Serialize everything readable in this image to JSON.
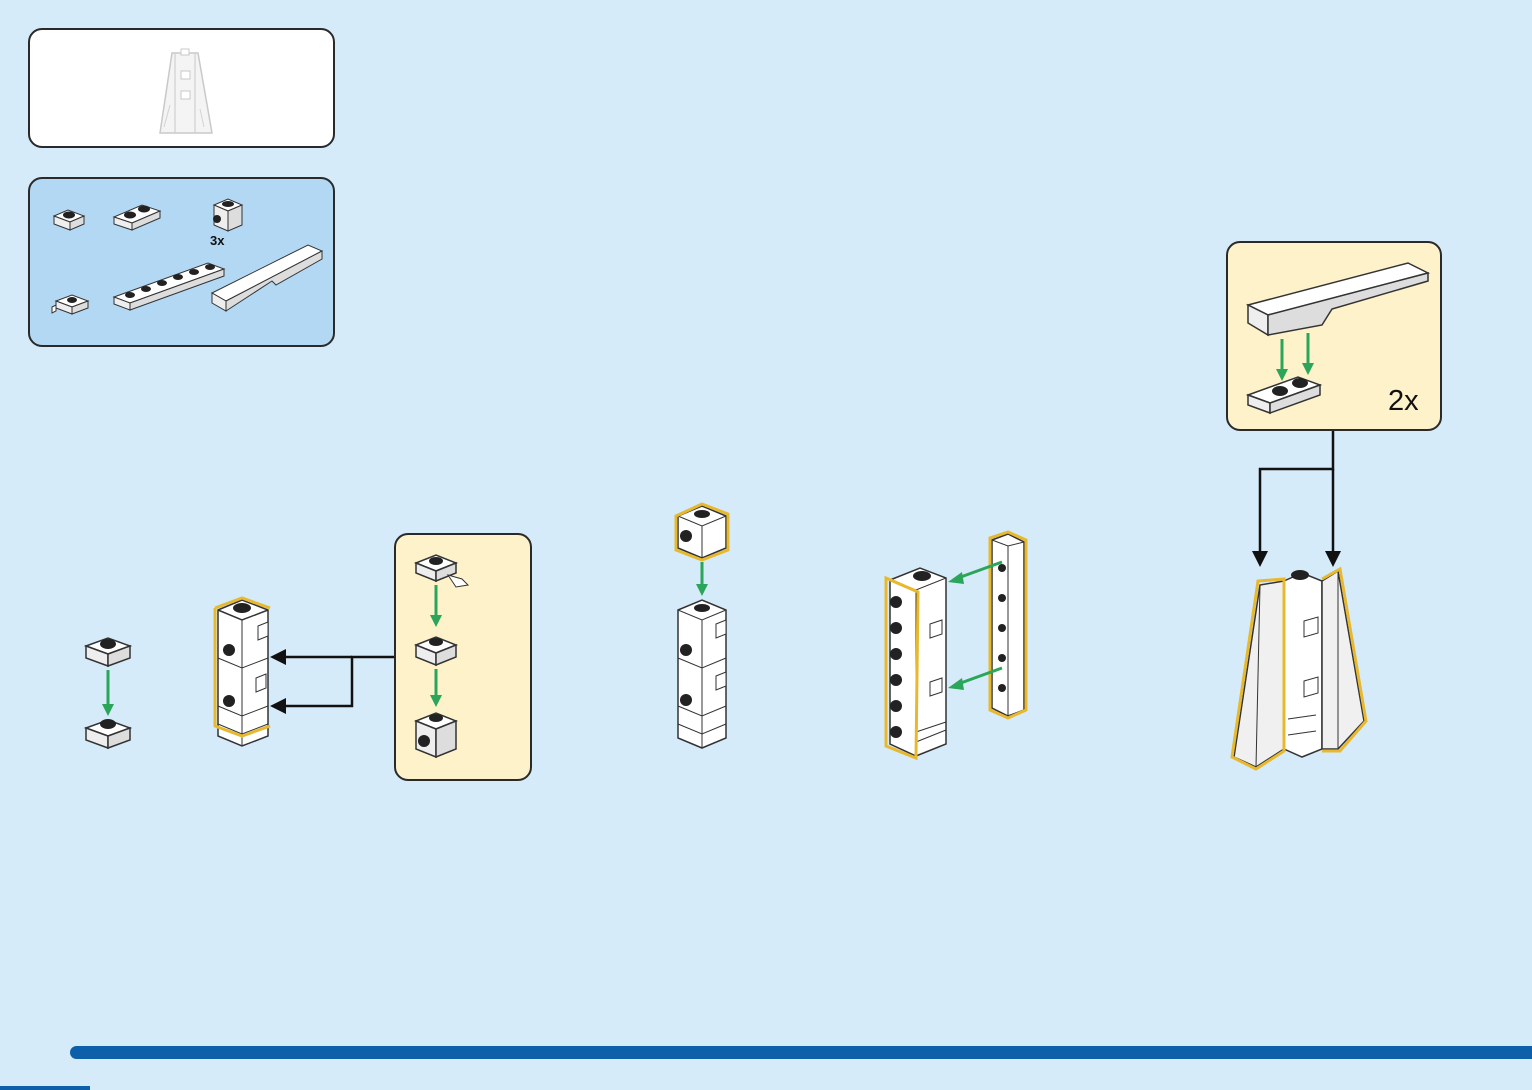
{
  "parts_list": {
    "quantity_label": "3x"
  },
  "subassembly": {
    "quantity_label": "2x"
  },
  "colors": {
    "background": "#d5ebf9",
    "parts_panel": "#b2d8f4",
    "callout_panel": "#fdf2c9",
    "highlight": "#e8b92e",
    "arrow_green": "#2aa55a",
    "arrow_black": "#111111",
    "progress_bar": "#0d5fa9"
  },
  "icons": [
    "brick-1x1-plate",
    "brick-1x2-plate",
    "brick-1x1-side-stud",
    "clip-plate",
    "brick-1x6-plate",
    "wedge-slope"
  ]
}
